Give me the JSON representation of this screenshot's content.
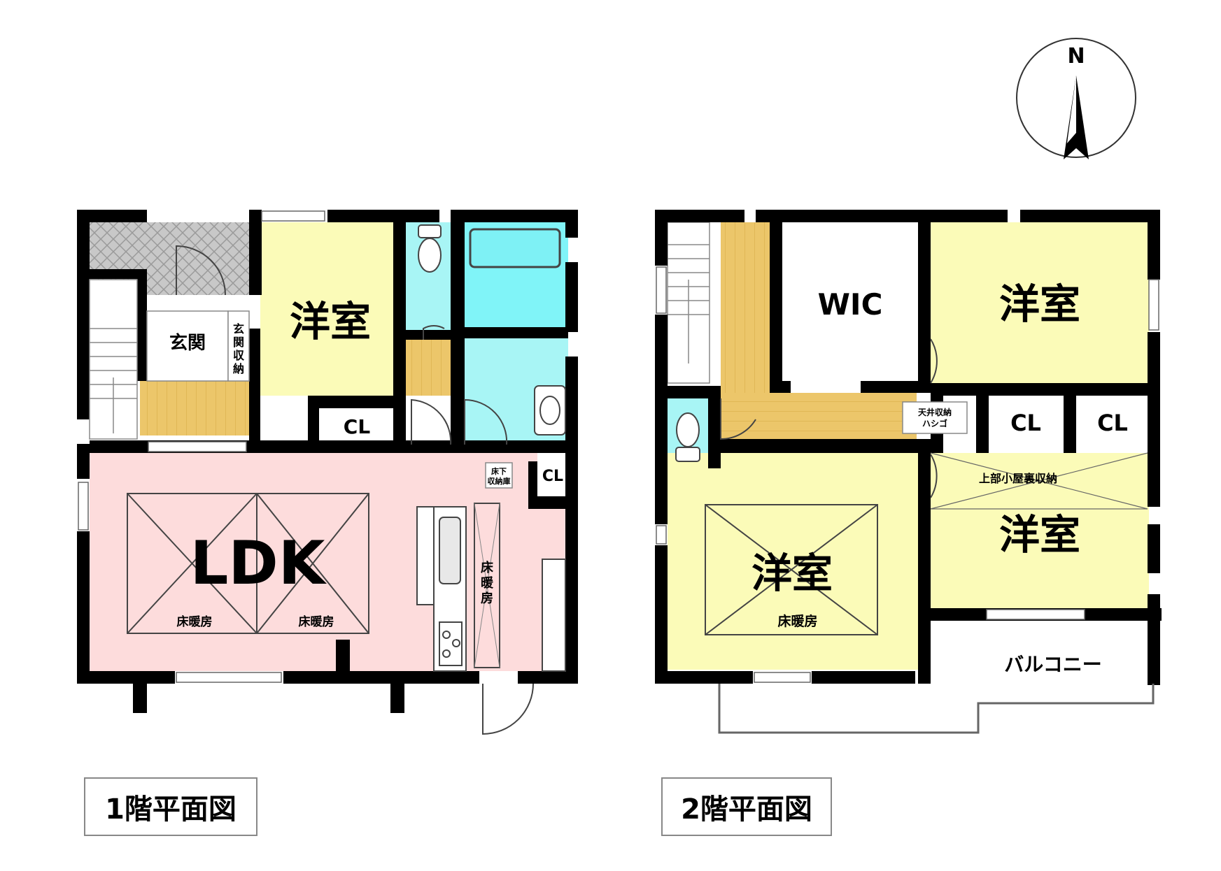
{
  "compass": {
    "north_label": "N"
  },
  "floor1": {
    "caption": "1階平面図",
    "rooms": {
      "entrance": "玄関",
      "entrance_storage": "玄\n関\n収\n納",
      "western_room": "洋室",
      "closet": "CL",
      "closet_small": "CL",
      "ldk": "LDK",
      "floor_heating_1": "床暖房",
      "floor_heating_2": "床暖房",
      "floor_heating_kitchen": "床\n暖\n房",
      "underfloor_storage": "床下\n収納庫"
    }
  },
  "floor2": {
    "caption": "2階平面図",
    "rooms": {
      "wic": "WIC",
      "western_room_ne": "洋室",
      "western_room_sw": "洋室",
      "western_room_se": "洋室",
      "closet_1": "CL",
      "closet_2": "CL",
      "attic_hatch": "天井収納\nハシゴ",
      "attic_storage": "上部小屋裏収納",
      "floor_heating": "床暖房",
      "balcony": "バルコニー"
    }
  },
  "colors": {
    "wall": "#000000",
    "western_room_fill": "#fbfbb8",
    "ldk_fill": "#fddcdc",
    "wet_area_fill": "#a8f5f5",
    "bath_fill": "#80f4f8",
    "hallway_fill": "#ecc66a",
    "entry_floor_fill": "#c8c8c8"
  }
}
